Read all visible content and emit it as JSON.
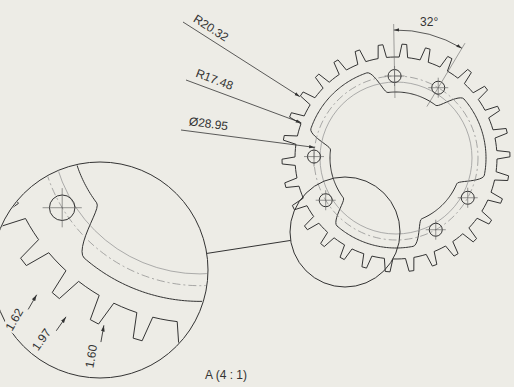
{
  "diagram": {
    "labels": [
      "32°",
      "R20.32",
      "R17.48",
      "Ø28.95",
      "1.62",
      "1.97",
      "1.60",
      "A (4 : 1)"
    ]
  }
}
